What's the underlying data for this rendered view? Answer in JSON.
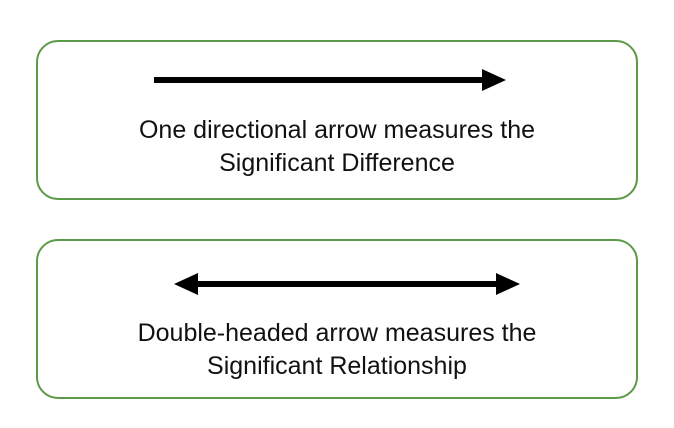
{
  "panels": [
    {
      "arrow_icon": "right-arrow-icon",
      "line1": "One directional arrow measures the",
      "line2": "Significant Difference"
    },
    {
      "arrow_icon": "double-headed-arrow-icon",
      "line1": "Double-headed arrow measures the",
      "line2": "Significant Relationship"
    }
  ],
  "colors": {
    "border": "#5b9a48",
    "arrow": "#000000",
    "text": "#111111",
    "background": "#ffffff"
  }
}
